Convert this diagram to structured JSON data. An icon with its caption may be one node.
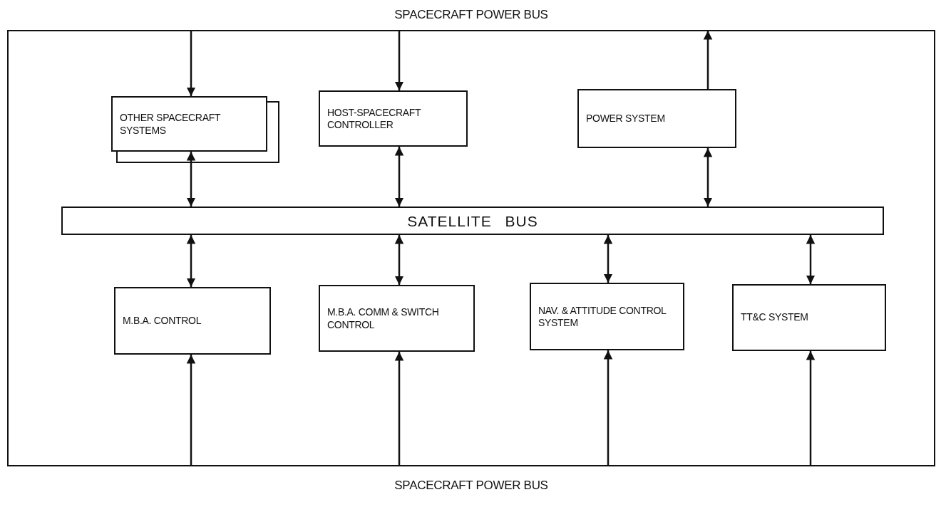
{
  "diagram": {
    "nodes": [
      {
        "text": [
          "SPACECRAFT POWER BUS",
          "SPACECRAFT POWER BUS"
        ]
      },
      {
        "text": [
          "OTHER SPACECRAFT SYSTEMS"
        ],
        "in": 0
      },
      {
        "text": [
          "HOST-SPACECRAFT CONTROLLER"
        ],
        "in": 0
      },
      {
        "text": [
          "POWER SYSTEM"
        ],
        "in": 0
      },
      {
        "text": [
          "SATELLITE BUS"
        ],
        "in": 0
      },
      {
        "text": [
          "M.B.A. CONTROL"
        ],
        "in": 0
      },
      {
        "text": [
          "M.B.A. COMM & SWITCH CONTROL"
        ],
        "in": 0
      },
      {
        "text": [
          "NAV. & ATTITUDE CONTROL SYSTEM"
        ],
        "in": 0
      },
      {
        "text": [
          "TT&C SYSTEM"
        ],
        "in": 0
      }
    ],
    "edges": [
      {
        "from": 0,
        "to": 1,
        "arrow": "to"
      },
      {
        "from": 0,
        "to": 2,
        "arrow": "to"
      },
      {
        "from": 3,
        "to": 0,
        "arrow": "to"
      },
      {
        "from": 1,
        "to": 4,
        "arrow": "both"
      },
      {
        "from": 2,
        "to": 4,
        "arrow": "both"
      },
      {
        "from": 3,
        "to": 4,
        "arrow": "both"
      },
      {
        "from": 4,
        "to": 5,
        "arrow": "both"
      },
      {
        "from": 4,
        "to": 6,
        "arrow": "both"
      },
      {
        "from": 4,
        "to": 7,
        "arrow": "both"
      },
      {
        "from": 4,
        "to": 8,
        "arrow": "both"
      },
      {
        "from": 0,
        "to": 5,
        "arrow": "to"
      },
      {
        "from": 0,
        "to": 6,
        "arrow": "to"
      },
      {
        "from": 0,
        "to": 7,
        "arrow": "to"
      },
      {
        "from": 0,
        "to": 8,
        "arrow": "to"
      }
    ]
  }
}
